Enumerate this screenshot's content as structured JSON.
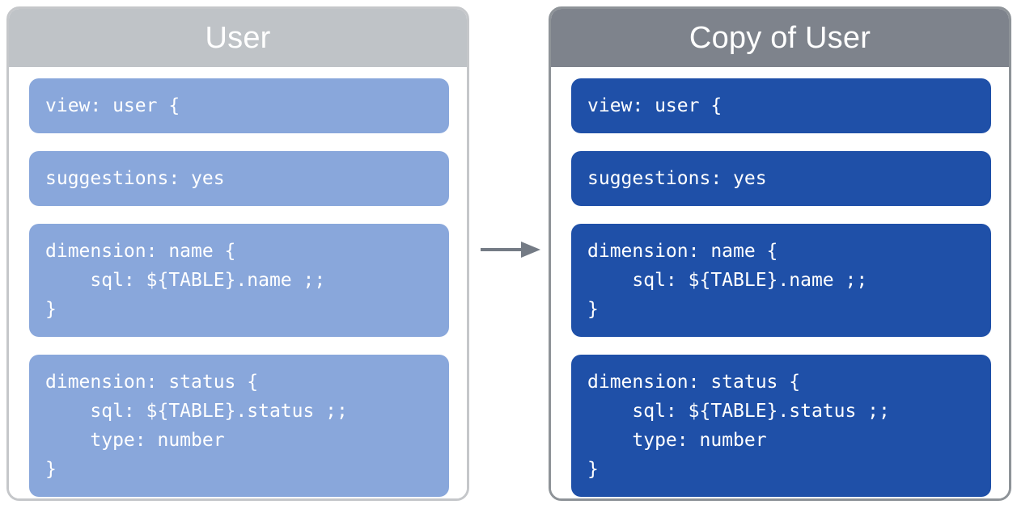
{
  "diagram": {
    "type": "before-after-copy",
    "arrow": {
      "icon": "arrow-right-icon",
      "direction": "right",
      "color": "#747b85"
    },
    "colors": {
      "left_header_bg": "#bfc3c7",
      "right_header_bg": "#7e838c",
      "left_block_bg": "#89a7db",
      "right_block_bg": "#1f50a8",
      "left_panel_border": "#c5c7ca",
      "right_panel_border": "#8e9398",
      "panel_bg": "#ffffff",
      "text": "#ffffff"
    }
  },
  "panels": [
    {
      "id": "source",
      "title": "User",
      "blocks": [
        {
          "id": "view",
          "code": "view: user {"
        },
        {
          "id": "suggestions",
          "code": "suggestions: yes"
        },
        {
          "id": "dimension-name",
          "code": "dimension: name {\n    sql: ${TABLE}.name ;;\n}"
        },
        {
          "id": "dimension-status",
          "code": "dimension: status {\n    sql: ${TABLE}.status ;;\n    type: number\n}"
        }
      ]
    },
    {
      "id": "copy",
      "title": "Copy of User",
      "blocks": [
        {
          "id": "view",
          "code": "view: user {"
        },
        {
          "id": "suggestions",
          "code": "suggestions: yes"
        },
        {
          "id": "dimension-name",
          "code": "dimension: name {\n    sql: ${TABLE}.name ;;\n}"
        },
        {
          "id": "dimension-status",
          "code": "dimension: status {\n    sql: ${TABLE}.status ;;\n    type: number\n}"
        }
      ]
    }
  ]
}
